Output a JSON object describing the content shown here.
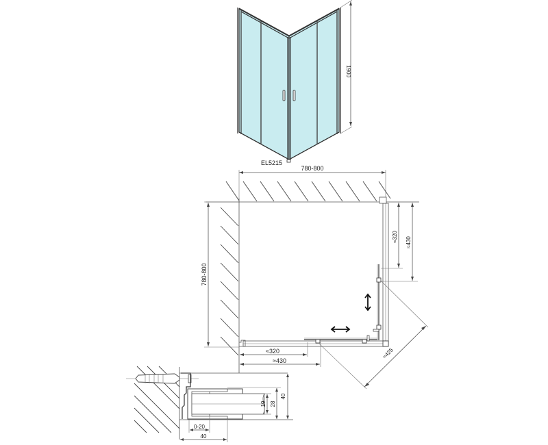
{
  "product": {
    "model_code": "EL5215"
  },
  "perspective_view": {
    "height_label": "1900",
    "glass_color": "#c9ecf0"
  },
  "plan_view": {
    "width_label": "780-800",
    "depth_label": "780-800",
    "side_opening_small": "≈320",
    "side_opening_large": "≈430",
    "front_opening_small": "≈320",
    "front_opening_large": "≈430",
    "diagonal_entry": "≈425"
  },
  "profile_detail": {
    "adjustment_range": "0-20",
    "profile_width": "40",
    "glass_thickness_zone": "19",
    "inner_height": "28",
    "outer_height": "40"
  }
}
